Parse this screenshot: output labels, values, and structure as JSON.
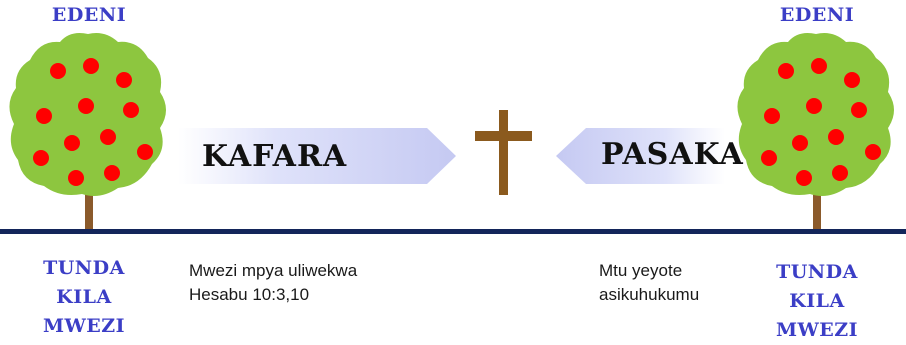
{
  "left": {
    "title": "EDENI",
    "fruit_lines": [
      "TUNDA",
      "KILA",
      "MWEZI"
    ]
  },
  "right": {
    "title": "EDENI",
    "fruit_lines": [
      "TUNDA",
      "KILA",
      "MWEZI"
    ]
  },
  "arrows": {
    "left_label": "KAFARA",
    "right_label": "PASAKA"
  },
  "captions": {
    "left_lines": [
      "Mwezi mpya uliwekwa",
      "Hesabu 10:3,10"
    ],
    "right_lines": [
      "Mtu yeyote",
      "asikuhukumu"
    ]
  },
  "colors": {
    "title_text": "#3b3ec6",
    "tree_foliage": "#8dc63f",
    "fruit": "#ff0000",
    "trunk": "#8b5a2b",
    "cross": "#8b5a1e",
    "ground_line": "#13255a",
    "arrow_fill": "#c5c9f2"
  },
  "icons": {
    "tree": "fruit-tree-icon",
    "cross": "cross-icon"
  }
}
